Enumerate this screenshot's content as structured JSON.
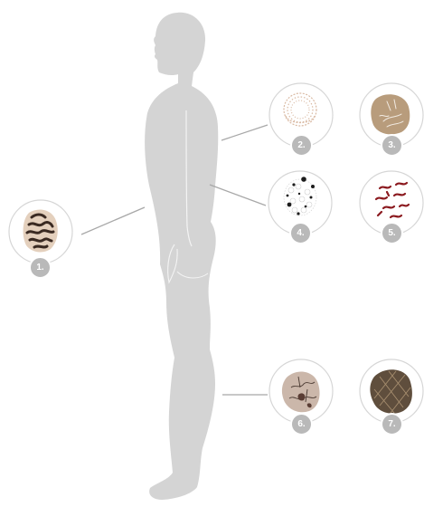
{
  "colors": {
    "figure": "#d4d4d4",
    "figure_line": "#f4f4f4",
    "ring": "#d6d6d6",
    "connector": "#a8a8a8",
    "badge": "#b9b9b9"
  },
  "markers": [
    {
      "id": "1",
      "label": "1.",
      "icon": "brain-coral-lesion-icon"
    },
    {
      "id": "2",
      "label": "2.",
      "icon": "annular-scale-lesion-icon"
    },
    {
      "id": "3",
      "label": "3.",
      "icon": "tan-plaque-lesion-icon"
    },
    {
      "id": "4",
      "label": "4.",
      "icon": "dotted-papules-lesion-icon"
    },
    {
      "id": "5",
      "label": "5.",
      "icon": "red-burrows-lesion-icon"
    },
    {
      "id": "6",
      "label": "6.",
      "icon": "cracked-skin-lesion-icon"
    },
    {
      "id": "7",
      "label": "7.",
      "icon": "dark-crosshatched-lesion-icon"
    }
  ]
}
